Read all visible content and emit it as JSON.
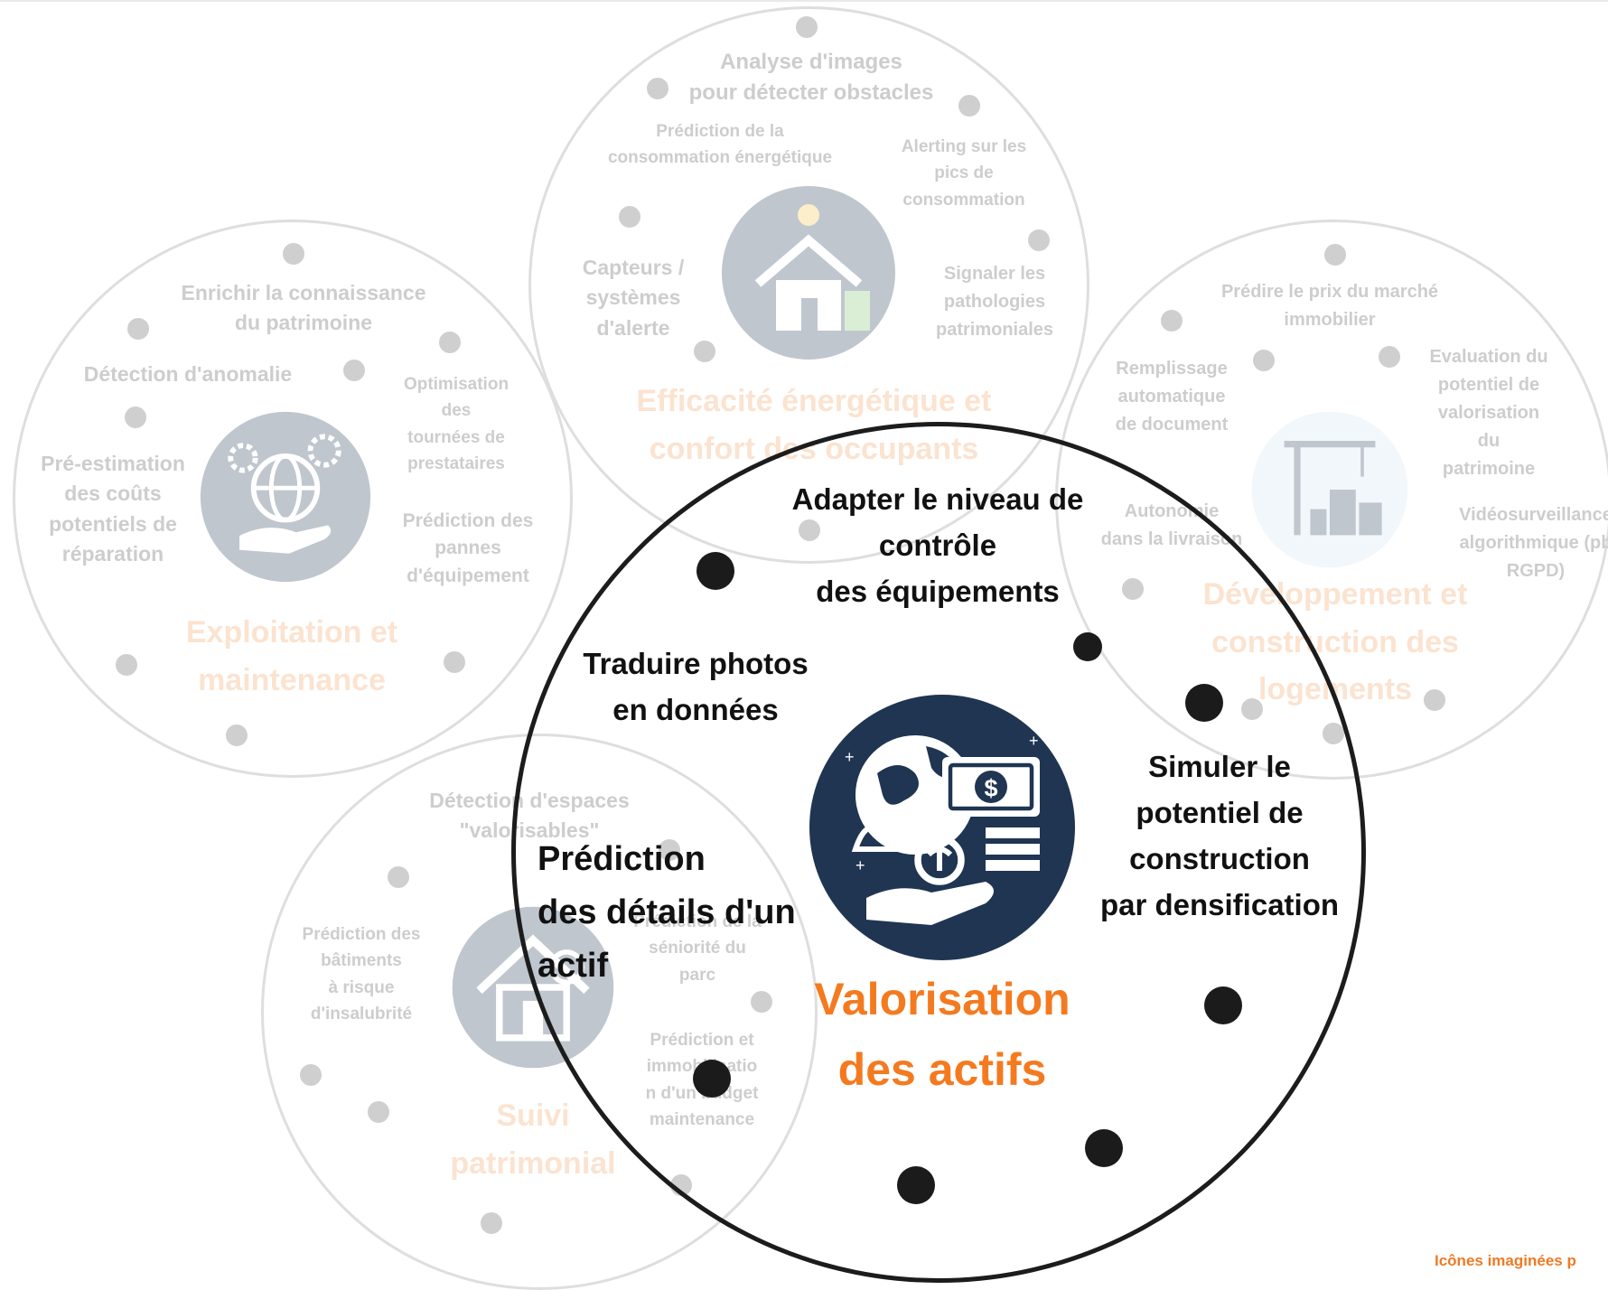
{
  "colors": {
    "accent_orange": "#f47a20",
    "faded_title": "#fbe3d0",
    "faded_text": "#cdcdcd",
    "main_text": "#111111",
    "icon_navy": "#1f3552"
  },
  "circles": {
    "efficacite": {
      "title": "Efficacité énergétique et\nconfort des occupants",
      "icon": "smart-home-icon",
      "labels": [
        "Analyse d'images\npour détecter obstacles",
        "Prédiction de la\nconsommation énergétique",
        "Alerting sur les\npics de\nconsommation",
        "Capteurs /\nsystèmes\nd'alerte",
        "Signaler les\npathologies\npatrimoniales"
      ]
    },
    "exploitation": {
      "title": "Exploitation et\nmaintenance",
      "icon": "maintenance-globe-icon",
      "labels": [
        "Enrichir la connaissance\ndu patrimoine",
        "Détection d'anomalie",
        "Optimisation\ndes\ntournées de\nprestataires",
        "Pré-estimation\ndes coûts\npotentiels de\nréparation",
        "Prédiction des\npannes\nd'équipement"
      ]
    },
    "developpement": {
      "title": "Développement et\nconstruction des logements",
      "icon": "construction-crane-icon",
      "labels": [
        "Prédire le prix du marché\nimmobilier",
        "Remplissage\nautomatique\nde document",
        "Evaluation du\npotentiel de\nvalorisation du\npatrimoine",
        "Autonomie\ndans la livraison",
        "Vidéosurveillance\nalgorithmique (pb\nRGPD)"
      ]
    },
    "suivi": {
      "title": "Suivi\npatrimonial",
      "icon": "house-inspection-icon",
      "labels": [
        "Détection d'espaces\n\"valorisables\"",
        "Prédiction des\nbâtiments\nà risque\nd'insalubrité",
        "Prédiction de la\nséniorité du\nparc",
        "Prédiction et\nimmobilisatio\nn d'un budget\nmaintenance"
      ]
    },
    "valorisation": {
      "title": "Valorisation\ndes actifs",
      "icon": "asset-valuation-icon",
      "labels": [
        "Adapter le niveau de\ncontrôle\ndes équipements",
        "Traduire photos\nen données",
        "Simuler le\npotentiel de\nconstruction\npar densification",
        "Prédiction\ndes détails d'un\nactif"
      ]
    }
  },
  "footnote": "Icônes imaginées p"
}
